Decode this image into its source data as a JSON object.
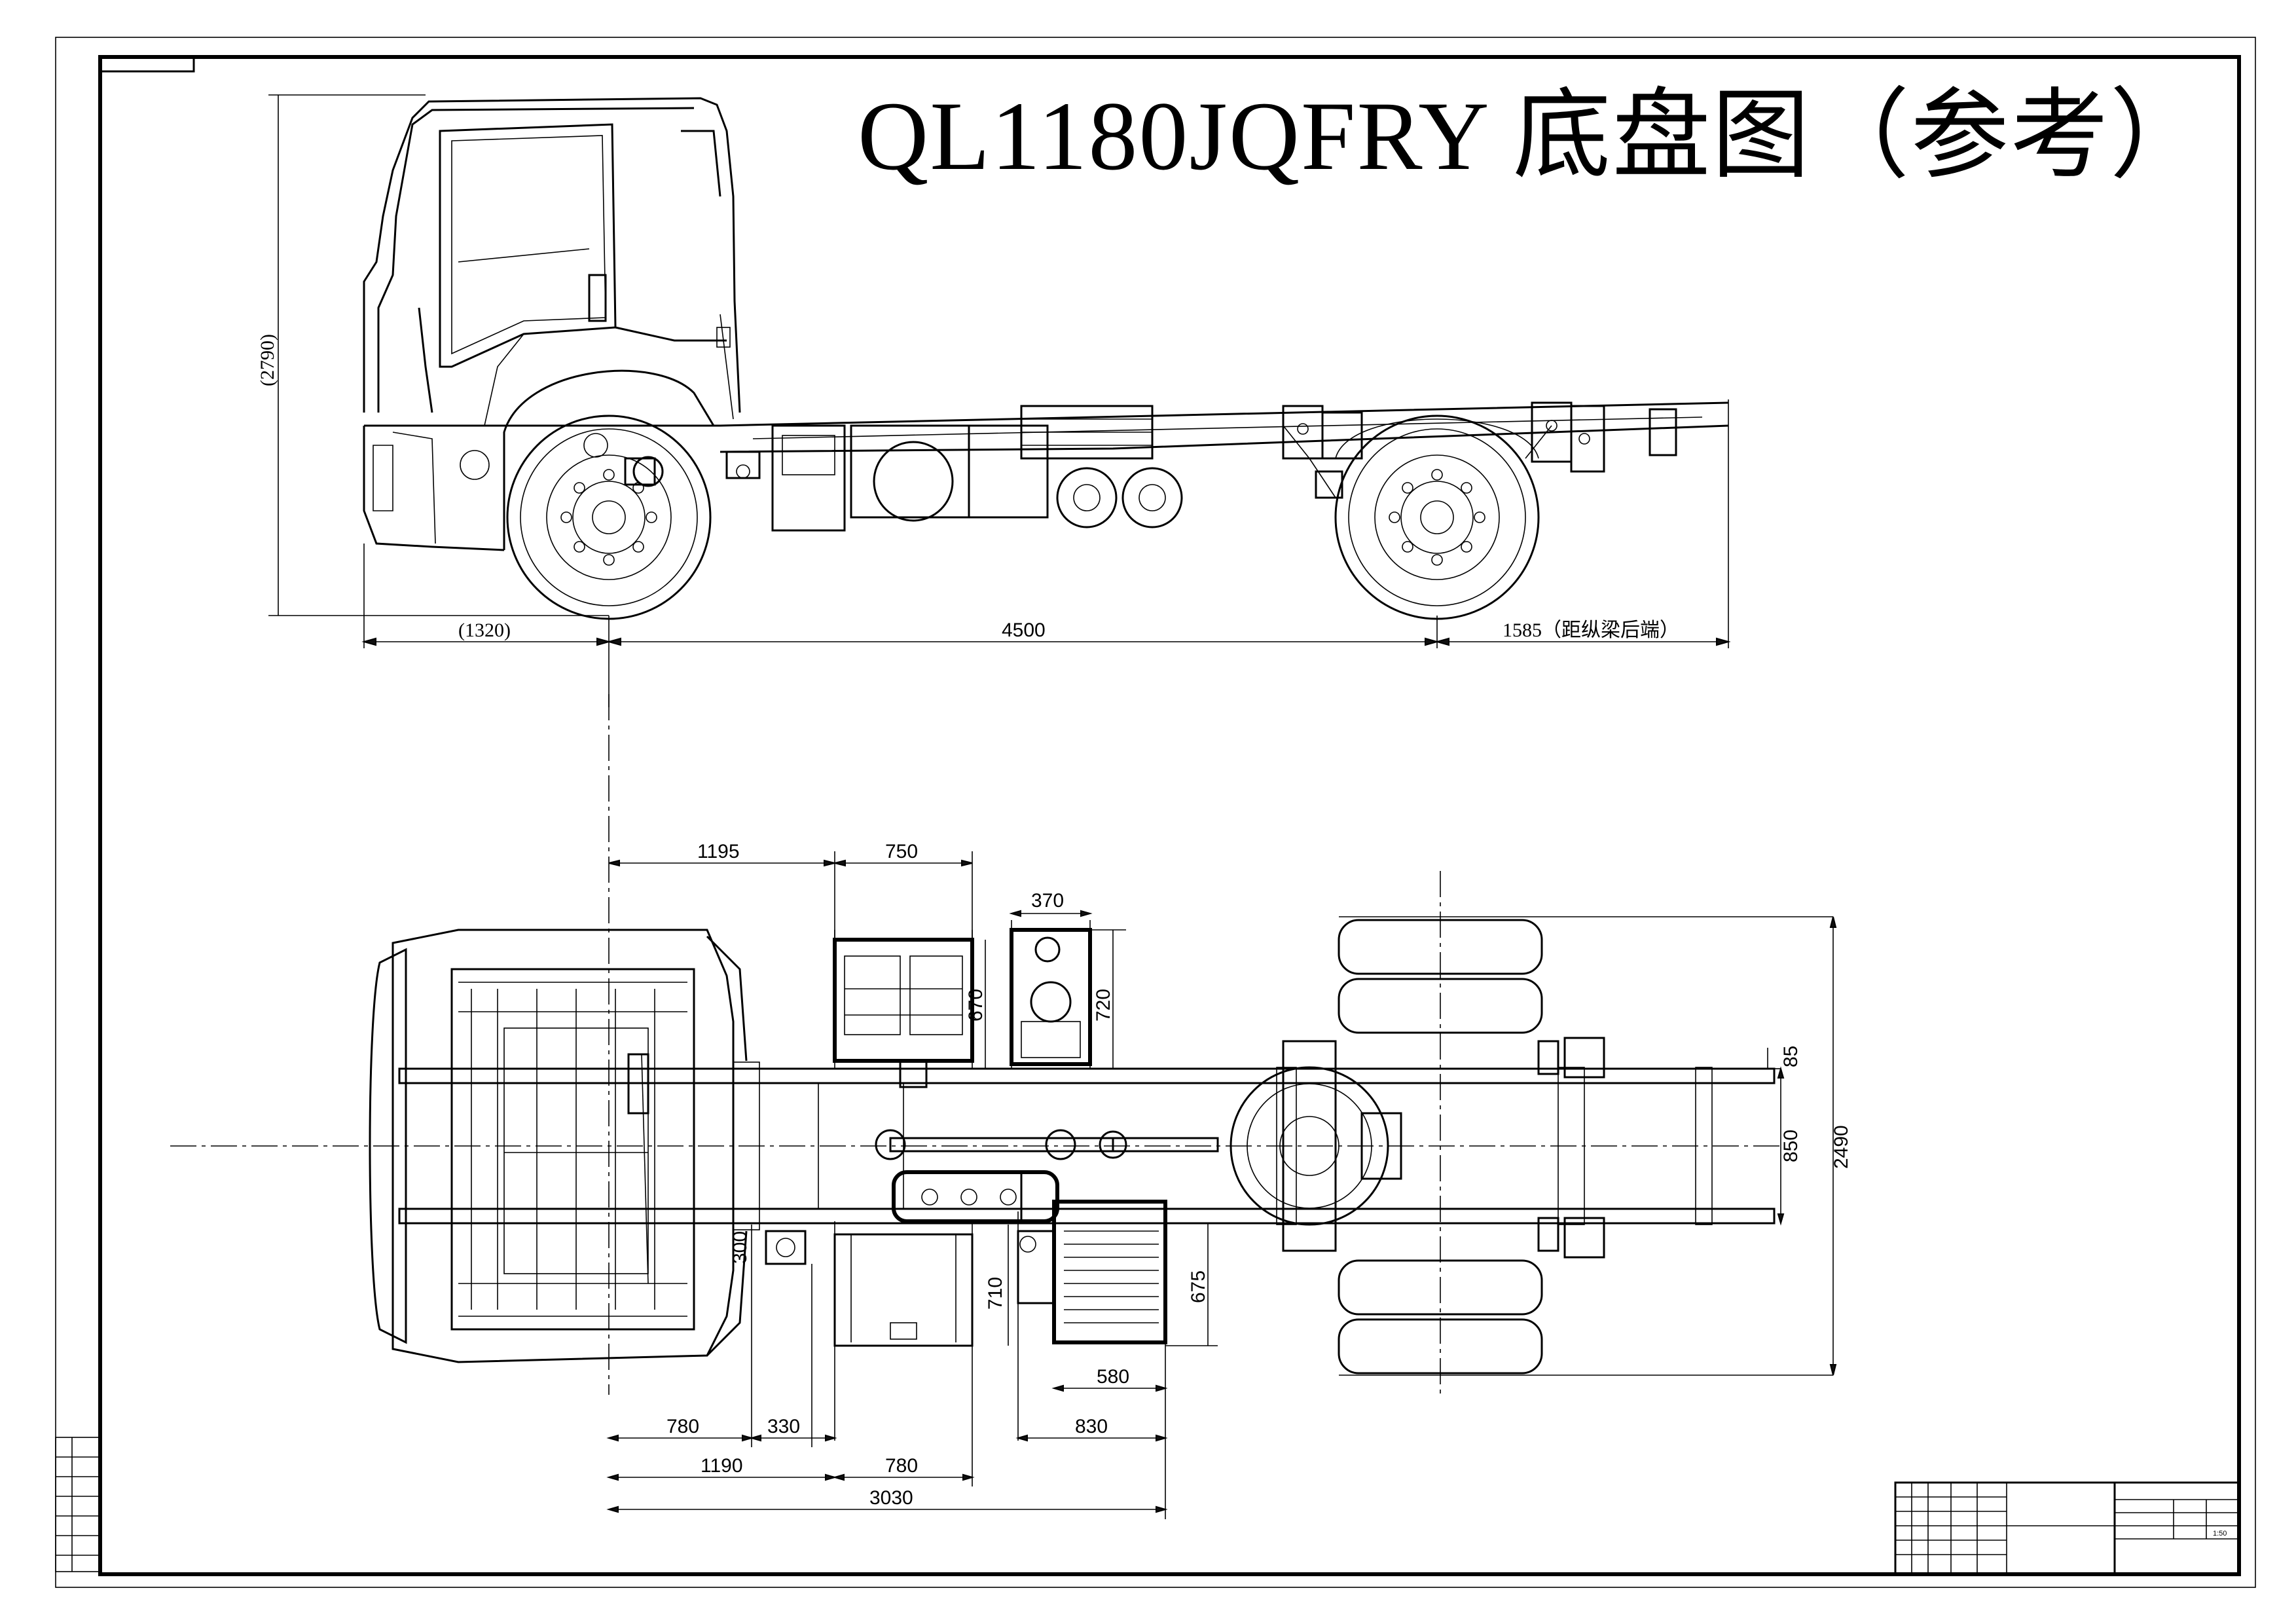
{
  "title": "QL1180JQFRY 底盘图（参考）",
  "side_view": {
    "height_dim": "(2790)",
    "front_overhang": "(1320)",
    "wheelbase": "4500",
    "rear_overhang": "1585（距纵梁后端）"
  },
  "plan_view": {
    "d_1195": "1195",
    "d_750": "750",
    "d_370": "370",
    "d_670": "670",
    "d_720": "720",
    "d_85": "85",
    "d_850": "850",
    "d_2490": "2490",
    "d_300": "300",
    "d_710": "710",
    "d_675": "675",
    "d_580": "580",
    "d_780a": "780",
    "d_330": "330",
    "d_830": "830",
    "d_1190": "1190",
    "d_780b": "780",
    "d_3030": "3030"
  },
  "title_block": {
    "scale": "1:50"
  }
}
